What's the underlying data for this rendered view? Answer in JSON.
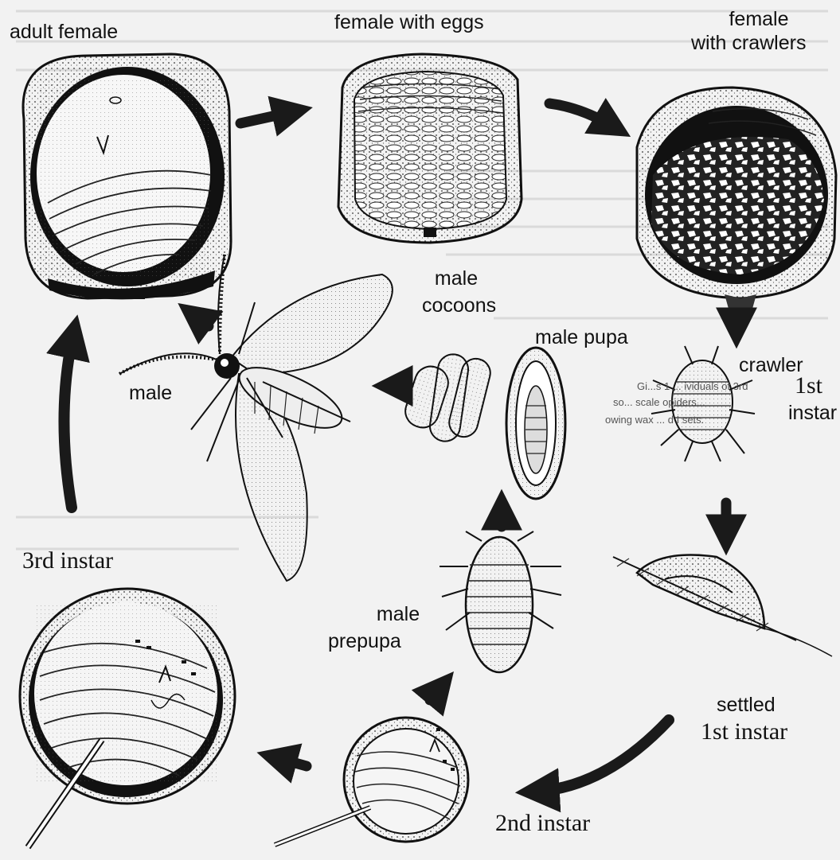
{
  "diagram": {
    "labels": {
      "adult_female": "adult female",
      "female_with_eggs": "female with eggs",
      "female_with_crawlers_1": "female",
      "female_with_crawlers_2": "with crawlers",
      "male_cocoons_1": "male",
      "male_cocoons_2": "cocoons",
      "male_pupa": "male pupa",
      "crawler": "crawler",
      "first_instar_1": "1st",
      "first_instar_2": "instar",
      "male": "male",
      "third_instar": "3rd  instar",
      "male_prepupa_1": "male",
      "male_prepupa_2": "prepupa",
      "settled": "settled",
      "settled_first_instar": "1st  instar",
      "second_instar": "2nd instar"
    },
    "background_text": {
      "line1": "Gi...s 1 ... ividuals of 3rd",
      "line2": "so... scale opiders...",
      "line3": "owing wax ... d I sets."
    }
  }
}
